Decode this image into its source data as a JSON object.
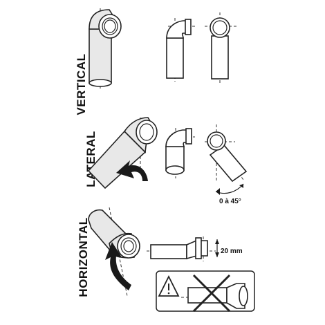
{
  "rows": {
    "vertical": {
      "label": "VERTICAL"
    },
    "lateral": {
      "label": "LATERAL",
      "angle_label": "0 à 45°"
    },
    "horizontal": {
      "label": "HORIZONTAL",
      "offset_label": "20 mm"
    }
  },
  "colors": {
    "ink": "#222222",
    "shade": "#e8e8e8",
    "paper": "#ffffff"
  },
  "icons": [
    "warning-triangle-icon",
    "forbidden-cross-icon",
    "curved-arrow-icon"
  ]
}
